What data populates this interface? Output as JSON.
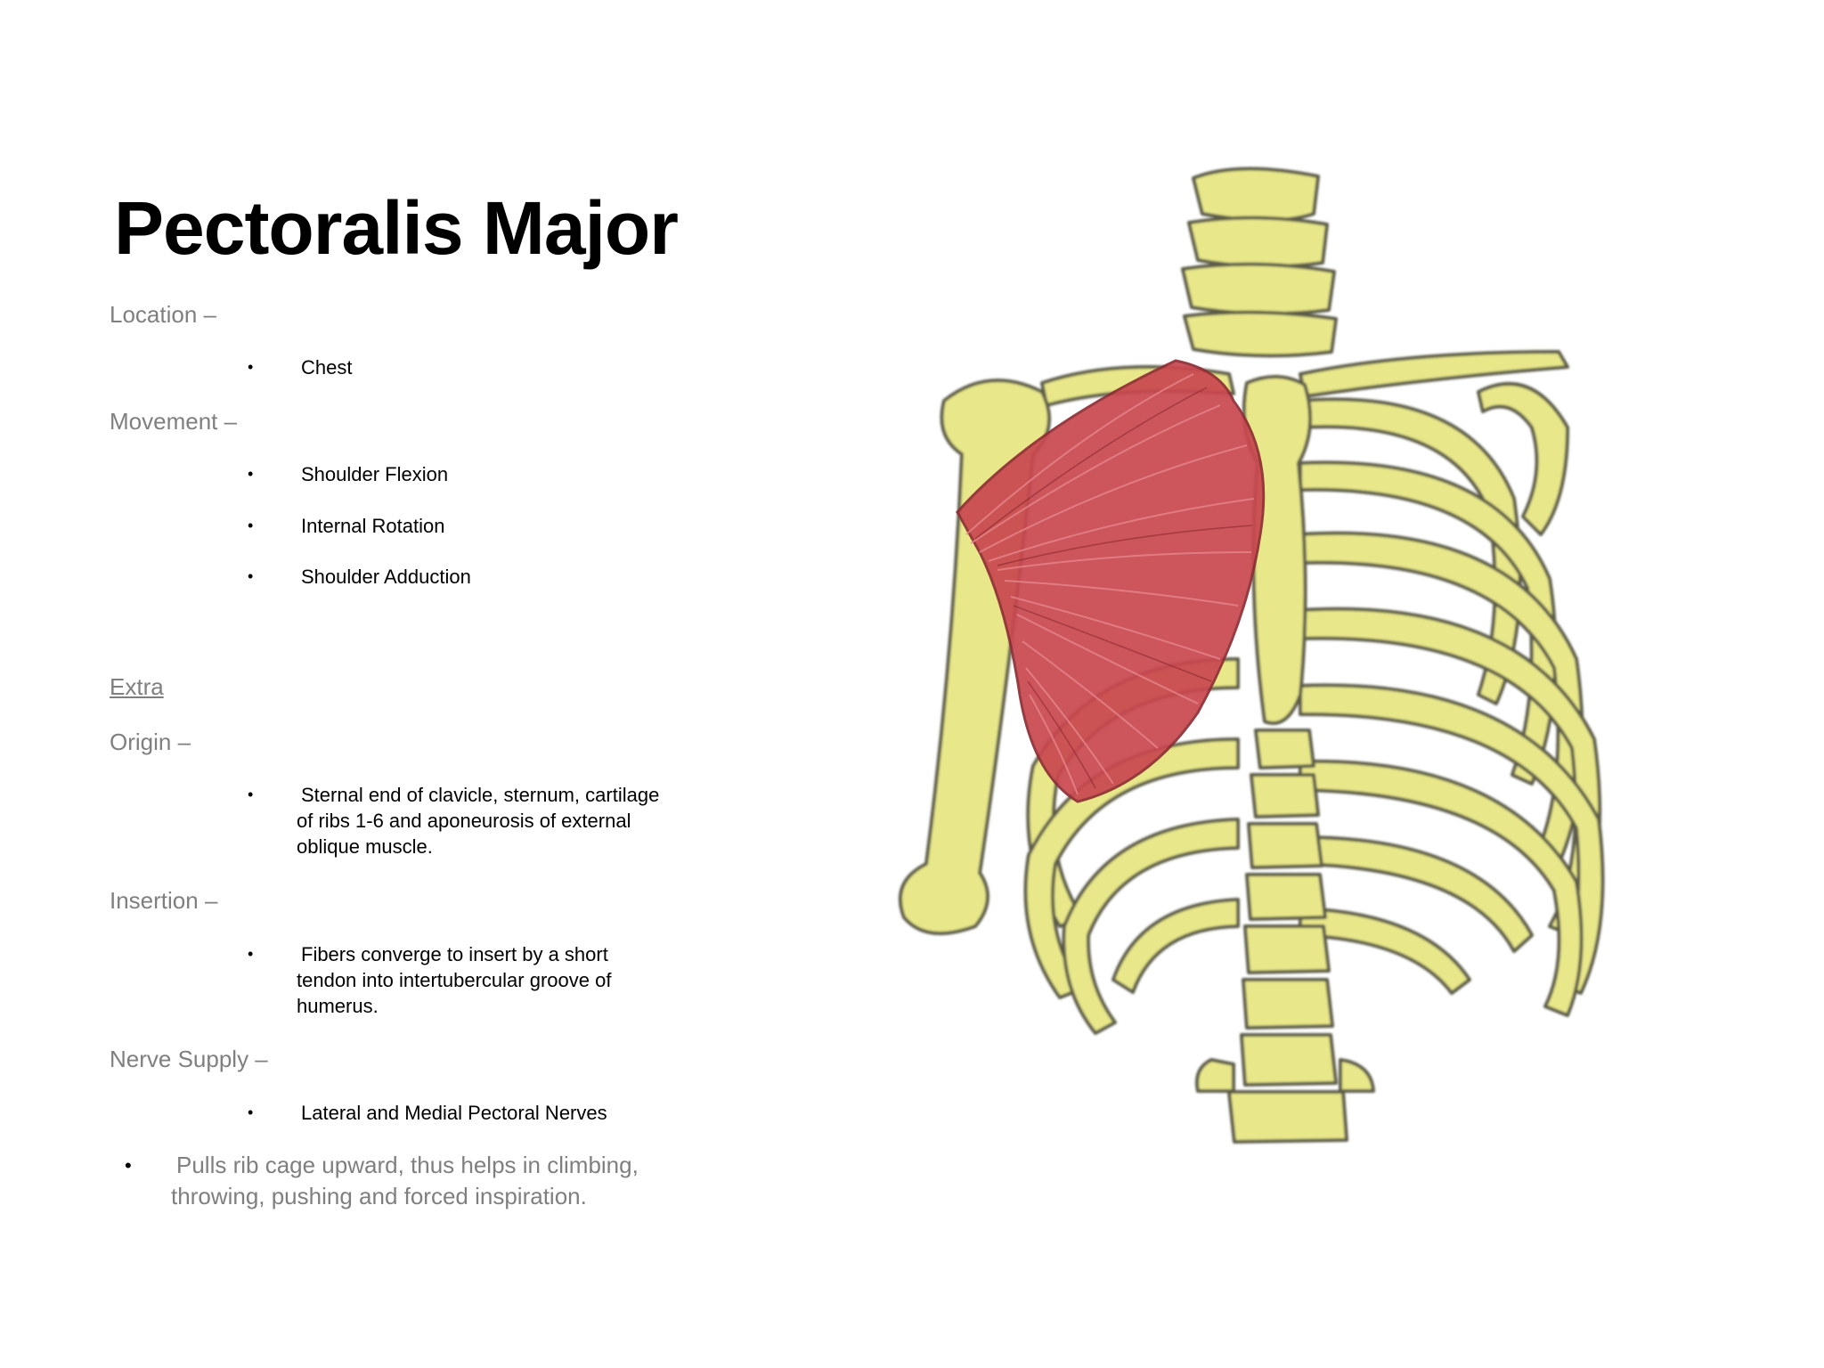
{
  "slide": {
    "title": "Pectoralis Major",
    "location_heading": "Location –",
    "location_items": [
      "Chest"
    ],
    "movement_heading": "Movement –",
    "movement_items": [
      "Shoulder Flexion",
      "Internal Rotation",
      "Shoulder Adduction"
    ],
    "extra_heading": "Extra",
    "origin_heading": "Origin –",
    "origin_items": [
      "Sternal end of clavicle, sternum, cartilage of ribs 1-6 and aponeurosis of external oblique muscle."
    ],
    "insertion_heading": "Insertion –",
    "insertion_items": [
      "Fibers converge to insert by a short tendon into intertubercular groove of humerus."
    ],
    "nerve_heading": "Nerve Supply –",
    "nerve_items": [
      "Lateral and Medial Pectoral Nerves"
    ],
    "closing_bullet": "Pulls rib cage upward, thus helps in climbing, throwing, pushing and forced inspiration.",
    "bullet_glyph": "•"
  },
  "colors": {
    "bone": "#e8e78a",
    "bone_shadow": "#5c5c4a",
    "muscle": "#c9474f",
    "muscle_fiber": "#e88a90",
    "heading_gray": "#7f7f7f",
    "text": "#000000"
  },
  "figure": {
    "name": "skeleton-with-pectoralis-major"
  }
}
